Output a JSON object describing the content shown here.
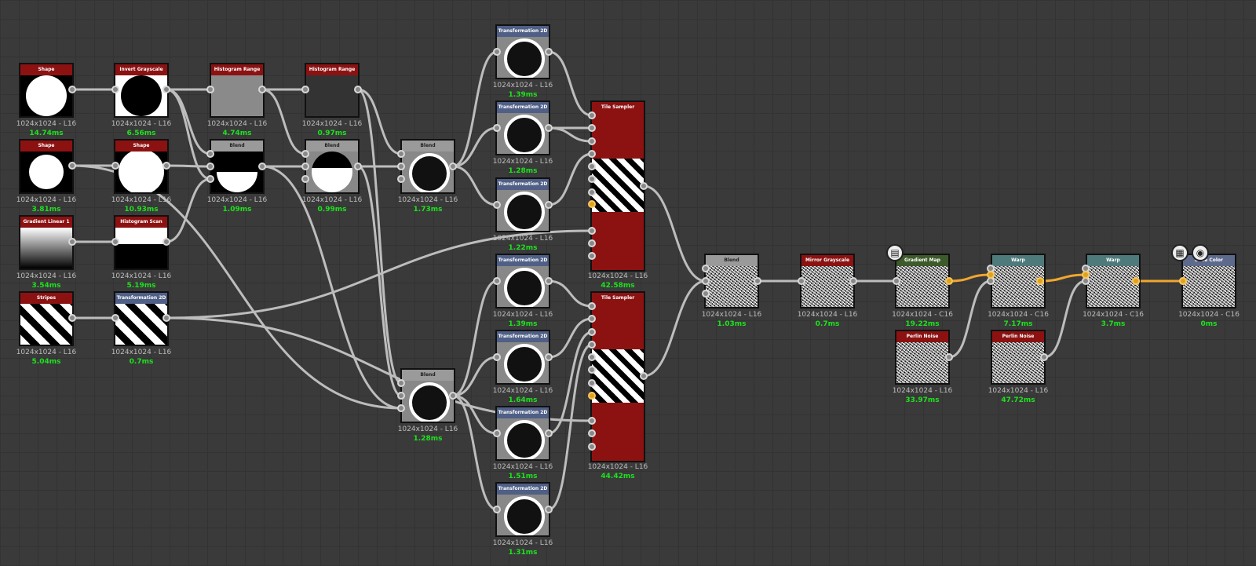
{
  "nodes": {
    "shape1": {
      "title": "Shape",
      "info": "1024x1024 - L16",
      "time": "14.74ms"
    },
    "invert": {
      "title": "Invert Grayscale",
      "info": "1024x1024 - L16",
      "time": "6.56ms"
    },
    "hist_range1": {
      "title": "Histogram Range",
      "info": "1024x1024 - L16",
      "time": "4.74ms"
    },
    "hist_range2": {
      "title": "Histogram Range",
      "info": "1024x1024 - L16",
      "time": "0.97ms"
    },
    "shape2": {
      "title": "Shape",
      "info": "1024x1024 - L16",
      "time": "3.81ms"
    },
    "shape3": {
      "title": "Shape",
      "info": "1024x1024 - L16",
      "time": "10.93ms"
    },
    "blend1": {
      "title": "Blend",
      "info": "1024x1024 - L16",
      "time": "1.09ms"
    },
    "blend2": {
      "title": "Blend",
      "info": "1024x1024 - L16",
      "time": "0.99ms"
    },
    "blend3": {
      "title": "Blend",
      "info": "1024x1024 - L16",
      "time": "1.73ms"
    },
    "gradient": {
      "title": "Gradient Linear 1",
      "info": "1024x1024 - L16",
      "time": "3.54ms"
    },
    "hist_scan": {
      "title": "Histogram Scan",
      "info": "1024x1024 - L16",
      "time": "5.19ms"
    },
    "stripes": {
      "title": "Stripes",
      "info": "1024x1024 - L16",
      "time": "5.04ms"
    },
    "transform_a": {
      "title": "Transformation 2D",
      "info": "1024x1024 - L16",
      "time": "0.7ms"
    },
    "t1": {
      "title": "Transformation 2D",
      "info": "1024x1024 - L16",
      "time": "1.39ms"
    },
    "t2": {
      "title": "Transformation 2D",
      "info": "1024x1024 - L16",
      "time": "1.28ms"
    },
    "t3": {
      "title": "Transformation 2D",
      "info": "1024x1024 - L16",
      "time": "1.22ms"
    },
    "t4": {
      "title": "Transformation 2D",
      "info": "1024x1024 - L16",
      "time": "1.39ms"
    },
    "t5": {
      "title": "Transformation 2D",
      "info": "1024x1024 - L16",
      "time": "1.64ms"
    },
    "t6": {
      "title": "Transformation 2D",
      "info": "1024x1024 - L16",
      "time": "1.51ms"
    },
    "t7": {
      "title": "Transformation 2D",
      "info": "1024x1024 - L16",
      "time": "1.31ms"
    },
    "blend4": {
      "title": "Blend",
      "info": "1024x1024 - L16",
      "time": "1.28ms"
    },
    "tile1": {
      "title": "Tile Sampler",
      "info": "1024x1024 - L16",
      "time": "42.58ms"
    },
    "tile2": {
      "title": "Tile Sampler",
      "info": "1024x1024 - L16",
      "time": "44.42ms"
    },
    "blend5": {
      "title": "Blend",
      "info": "1024x1024 - L16",
      "time": "1.03ms"
    },
    "mirror": {
      "title": "Mirror Grayscale",
      "info": "1024x1024 - L16",
      "time": "0.7ms"
    },
    "gradmap": {
      "title": "Gradient Map",
      "info": "1024x1024 - C16",
      "time": "19.22ms"
    },
    "warp1": {
      "title": "Warp",
      "info": "1024x1024 - C16",
      "time": "7.17ms"
    },
    "warp2": {
      "title": "Warp",
      "info": "1024x1024 - C16",
      "time": "3.7ms"
    },
    "basecolor": {
      "title": "Base Color",
      "info": "1024x1024 - C16",
      "time": "0ms"
    },
    "perlin1": {
      "title": "Perlin Noise",
      "info": "1024x1024 - L16",
      "time": "33.97ms"
    },
    "perlin2": {
      "title": "Perlin Noise",
      "info": "1024x1024 - L16",
      "time": "47.72ms"
    }
  },
  "colors": {
    "red_header": "#8c1212",
    "gray_header": "#9a9a9a",
    "blue_header": "#4f5f86",
    "green_header": "#3d5a2a",
    "teal_header": "#4f7a7c",
    "time_text": "#1ee21e",
    "wire": "#bdbdbd",
    "wire_color": "#f0a630"
  },
  "icons": [
    "document-icon",
    "checker-icon",
    "cube-icon"
  ]
}
